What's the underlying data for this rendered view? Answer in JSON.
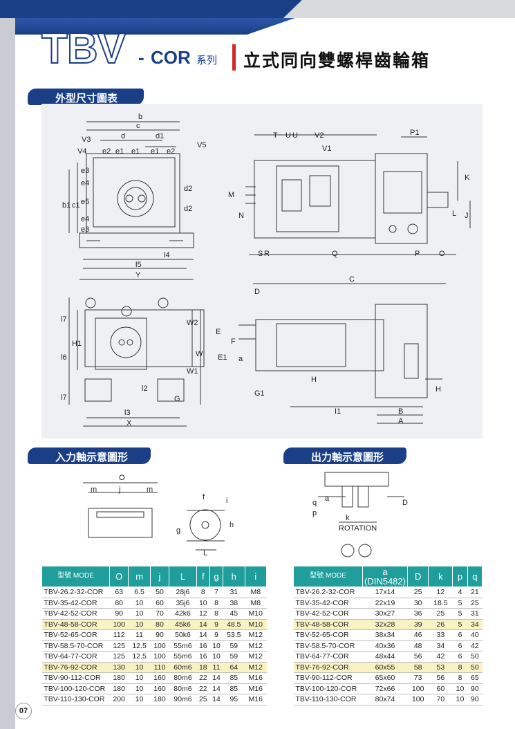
{
  "header": {
    "logo": "TBV",
    "dash": "-",
    "series_code": "COR",
    "series_suffix": "系列",
    "title": "立式同向雙螺桿齒輪箱"
  },
  "sections": {
    "dimensions": "外型尺寸圖表",
    "input_shaft": "入力軸示意圖形",
    "output_shaft": "出力軸示意圖形"
  },
  "drawing_labels": {
    "top_left": [
      "b",
      "c",
      "d",
      "d1",
      "V3",
      "V4",
      "e2",
      "e1",
      "e1",
      "e1",
      "e2",
      "V5",
      "b1",
      "c1",
      "e3",
      "e4",
      "e5",
      "e4",
      "e3",
      "d2",
      "d2",
      "l4",
      "l5",
      "Y"
    ],
    "top_right": [
      "T",
      "U",
      "U",
      "V2",
      "V1",
      "P1",
      "K",
      "M",
      "N",
      "L",
      "J",
      "S",
      "R",
      "Q",
      "P",
      "O"
    ],
    "bottom_left": [
      "l7",
      "H1",
      "l6",
      "l7",
      "W2",
      "W",
      "W1",
      "l2",
      "G",
      "l3",
      "X"
    ],
    "bottom_right": [
      "C",
      "D",
      "E",
      "F",
      "E1",
      "a",
      "H",
      "H",
      "G1",
      "I1",
      "B",
      "A"
    ],
    "input_shaft": [
      "O",
      "m",
      "j",
      "m",
      "f",
      "i",
      "g",
      "h",
      "L"
    ],
    "output_shaft": [
      "a",
      "p",
      "q",
      "D",
      "k",
      "ROTATION"
    ]
  },
  "input_table": {
    "headers": [
      "型號 MODE",
      "O",
      "m",
      "j",
      "L",
      "f",
      "g",
      "h",
      "i"
    ],
    "rows": [
      [
        "TBV-26.2-32-COR",
        "63",
        "6.5",
        "50",
        "28j6",
        "8",
        "7",
        "31",
        "M8"
      ],
      [
        "TBV-35-42-COR",
        "80",
        "10",
        "60",
        "35j6",
        "10",
        "8",
        "38",
        "M8"
      ],
      [
        "TBV-42-52-COR",
        "90",
        "10",
        "70",
        "42k6",
        "12",
        "8",
        "45",
        "M10"
      ],
      [
        "TBV-48-58-COR",
        "100",
        "10",
        "80",
        "45k6",
        "14",
        "9",
        "48.5",
        "M10"
      ],
      [
        "TBV-52-65-COR",
        "112",
        "11",
        "90",
        "50k6",
        "14",
        "9",
        "53.5",
        "M12"
      ],
      [
        "TBV-58.5-70-COR",
        "125",
        "12.5",
        "100",
        "55m6",
        "16",
        "10",
        "59",
        "M12"
      ],
      [
        "TBV-64-77-COR",
        "125",
        "12.5",
        "100",
        "55m6",
        "16",
        "10",
        "59",
        "M12"
      ],
      [
        "TBV-76-92-COR",
        "130",
        "10",
        "110",
        "60m6",
        "18",
        "11",
        "64",
        "M12"
      ],
      [
        "TBV-90-112-COR",
        "180",
        "10",
        "160",
        "80m6",
        "22",
        "14",
        "85",
        "M16"
      ],
      [
        "TBV-100-120-COR",
        "180",
        "10",
        "160",
        "80m6",
        "22",
        "14",
        "85",
        "M16"
      ],
      [
        "TBV-110-130-COR",
        "200",
        "10",
        "180",
        "90m6",
        "25",
        "14",
        "95",
        "M16"
      ]
    ]
  },
  "output_table": {
    "headers": [
      "型號 MODE",
      "a (DIN5482)",
      "D",
      "k",
      "p",
      "q"
    ],
    "rows": [
      [
        "TBV-26.2-32-COR",
        "17x14",
        "25",
        "12",
        "4",
        "21"
      ],
      [
        "TBV-35-42-COR",
        "22x19",
        "30",
        "18.5",
        "5",
        "25"
      ],
      [
        "TBV-42-52-COR",
        "30x27",
        "36",
        "25",
        "5",
        "31"
      ],
      [
        "TBV-48-58-COR",
        "32x28",
        "39",
        "26",
        "5",
        "34"
      ],
      [
        "TBV-52-65-COR",
        "38x34",
        "46",
        "33",
        "6",
        "40"
      ],
      [
        "TBV-58.5-70-COR",
        "40x36",
        "48",
        "34",
        "6",
        "42"
      ],
      [
        "TBV-64-77-COR",
        "48x44",
        "56",
        "42",
        "6",
        "50"
      ],
      [
        "TBV-76-92-COR",
        "60x55",
        "58",
        "53",
        "8",
        "50"
      ],
      [
        "TBV-90-112-COR",
        "65x60",
        "73",
        "56",
        "8",
        "65"
      ],
      [
        "TBV-100-120-COR",
        "72x66",
        "100",
        "60",
        "10",
        "90"
      ],
      [
        "TBV-110-130-COR",
        "80x74",
        "100",
        "70",
        "10",
        "90"
      ]
    ]
  },
  "page_number": "07",
  "colors": {
    "brand_blue": "#1a3f86",
    "accent_red": "#d22a2a",
    "table_head": "#1f9e9b",
    "highlight_row": "#fbf2c4"
  }
}
